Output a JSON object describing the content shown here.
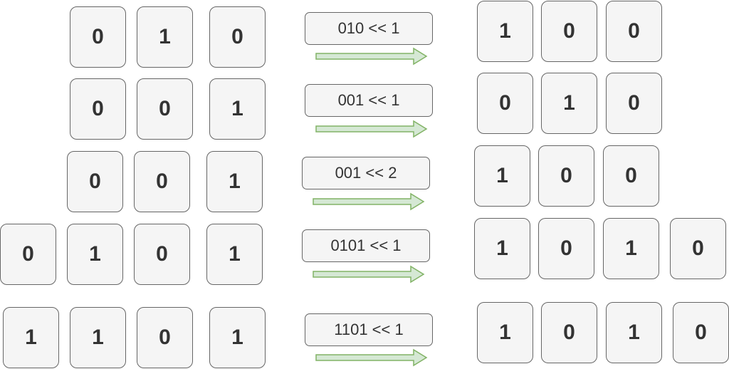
{
  "colors": {
    "box_fill": "#f5f5f5",
    "box_border": "#666666",
    "text": "#333333",
    "arrow_fill": "#d5e8d4",
    "arrow_stroke": "#82b366"
  },
  "rows": [
    {
      "input": [
        "0",
        "1",
        "0"
      ],
      "operation": "010 << 1",
      "output": [
        "1",
        "0",
        "0"
      ]
    },
    {
      "input": [
        "0",
        "0",
        "1"
      ],
      "operation": "001 << 1",
      "output": [
        "0",
        "1",
        "0"
      ]
    },
    {
      "input": [
        "0",
        "0",
        "1"
      ],
      "operation": "001 << 2",
      "output": [
        "1",
        "0",
        "0"
      ]
    },
    {
      "input": [
        "0",
        "1",
        "0",
        "1"
      ],
      "operation": "0101 << 1",
      "output": [
        "1",
        "0",
        "1",
        "0"
      ]
    },
    {
      "input": [
        "1",
        "1",
        "0",
        "1"
      ],
      "operation": "1101 << 1",
      "output": [
        "1",
        "0",
        "1",
        "0"
      ]
    }
  ]
}
